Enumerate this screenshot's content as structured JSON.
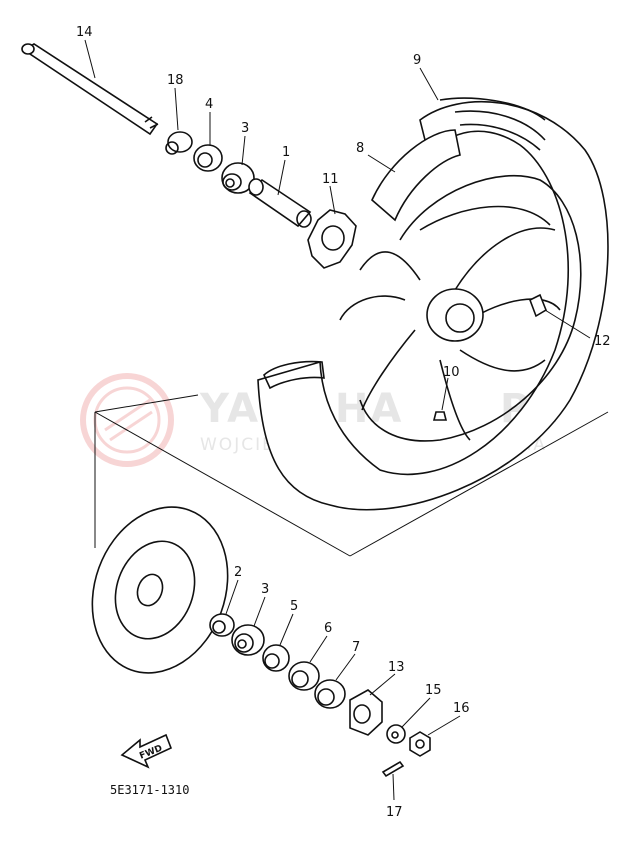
{
  "diagram_code": "5E3171-1310",
  "fwd_label": "FWD",
  "watermark": {
    "main": "YAMAHA",
    "main_suffix": "PL",
    "sub_left": "WOJCIECHOW",
    "sub_right": "AHA"
  },
  "callouts": {
    "p14": "14",
    "p18": "18",
    "p4": "4",
    "p3_top": "3",
    "p1": "1",
    "p11": "11",
    "p8": "8",
    "p9": "9",
    "p12": "12",
    "p10": "10",
    "p2": "2",
    "p3_bottom": "3",
    "p5": "5",
    "p6": "6",
    "p7": "7",
    "p13": "13",
    "p15": "15",
    "p16": "16",
    "p17": "17"
  }
}
